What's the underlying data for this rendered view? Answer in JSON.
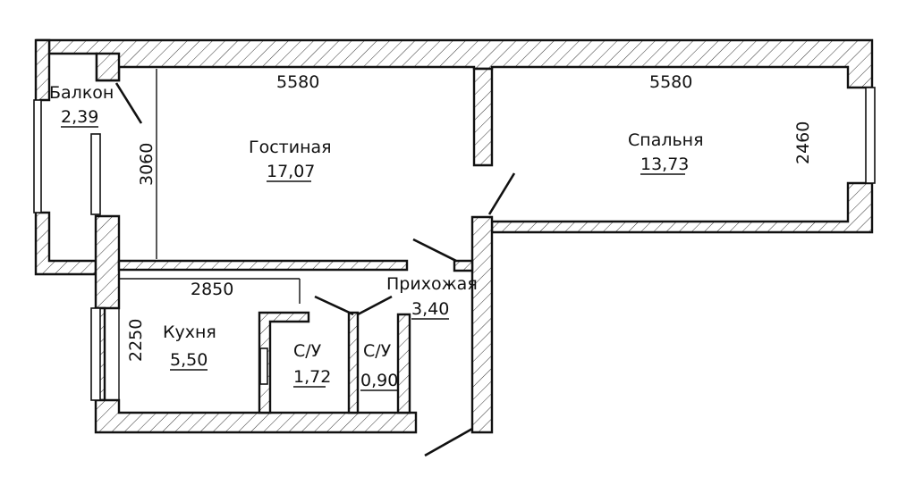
{
  "rooms": {
    "balcony": {
      "name": "Балкон",
      "area": "2,39"
    },
    "living": {
      "name": "Гостиная",
      "area": "17,07"
    },
    "bedroom": {
      "name": "Спальня",
      "area": "13,73"
    },
    "hall": {
      "name": "Прихожая",
      "area": "3,40"
    },
    "kitchen": {
      "name": "Кухня",
      "area": "5,50"
    },
    "bath1": {
      "name": "С/У",
      "area": "1,72"
    },
    "bath2": {
      "name": "С/У",
      "area": "0,90"
    }
  },
  "dimensions": {
    "living_width": "5580",
    "bedroom_width": "5580",
    "living_depth": "3060",
    "bedroom_depth": "2460",
    "kitchen_width": "2850",
    "kitchen_depth": "2250"
  }
}
